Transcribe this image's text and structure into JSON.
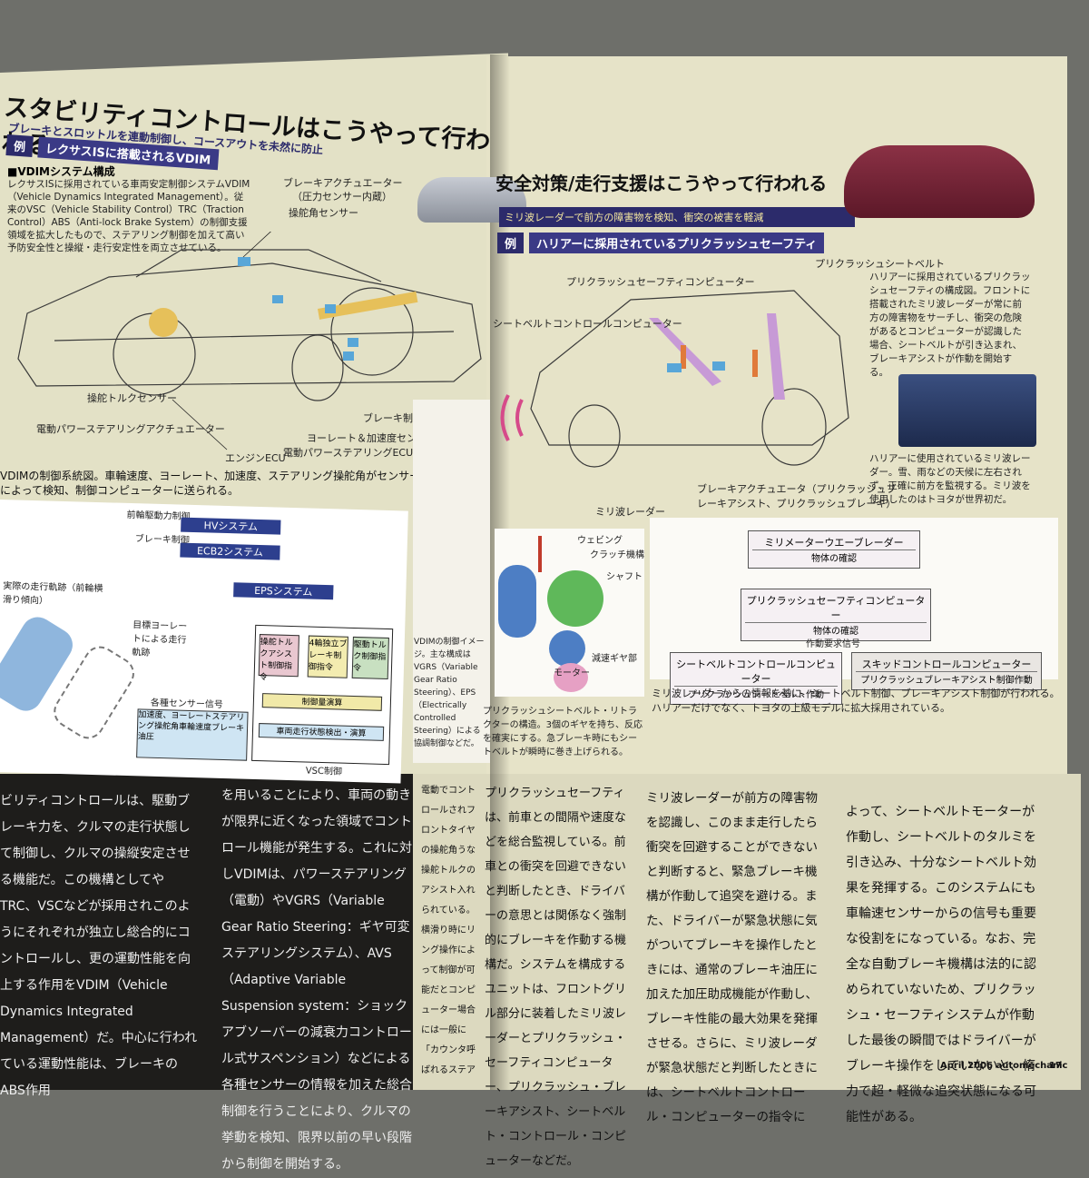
{
  "left": {
    "title": "スタビリティコントロールはこうやって行われる",
    "subtitle": "ブレーキとスロットルを連動制御し、コースアウトを未然に防止",
    "example_tag": "例",
    "example_text": "レクサスISに搭載されるVDIM",
    "section": "■VDIMシステム構成",
    "intro": "レクサスISに採用されている車両安定制御システムVDIM（Vehicle Dynamics Integrated Management）。従来のVSC（Vehicle Stability Control）TRC（Traction Control）ABS（Anti-lock Brake System）の制御支援領域を拡大したもので、ステアリング制御を加えて高い予防安全性と操縦・走行安定性を両立させている。",
    "labels": {
      "brake_actuator": "ブレーキアクチュエーター",
      "brake_actuator_sub": "（圧力センサー内蔵）",
      "steering_angle": "操舵角センサー",
      "torque_sensor": "操舵トルクセンサー",
      "eps_actuator": "電動パワーステアリングアクチュエーター",
      "yaw_sensor": "ヨーレート＆加速度センサー",
      "eps_ecu": "電動パワーステアリングECU",
      "engine_ecu": "エンジンECU",
      "brake_ecu": "ブレーキ制御ECU"
    },
    "diagram_caption": "VDIMの制御系統図。車輪速度、ヨーレート、加速度、ステアリング操舵角がセンサーによって検知、制御コンピューターに送られる。",
    "control": {
      "front_drive": "前輪駆動力制御",
      "hv": "HVシステム",
      "brake_ctrl": "ブレーキ制御",
      "ecb": "ECB2システム",
      "eps": "EPSシステム",
      "actual": "実際の走行軌跡（前輪横滑り傾向）",
      "target": "目標ヨーレートによる走行軌跡",
      "box1": "操舵トルクアシスト制御指令",
      "box2": "4輪独立ブレーキ制御指令",
      "box3": "駆動トルク制御指令",
      "calc": "制御量演算",
      "sensors": "各種センサー信号",
      "sensor_list": "加速度、ヨーレートステアリング操舵角車輪速度ブレーキ油圧",
      "vehicle": "車両走行状態検出・演算",
      "vsc": "VSC制御"
    },
    "columns": [
      "ビリティコントロールは、駆動ブレーキ力を、クルマの走行状態して制御し、クルマの操縦安定させる機能だ。この機構としてやTRC、VSCなどが採用されこのようにそれぞれが独立し総合的にコントロールし、更の運動性能を向上する作用をVDIM（Vehicle Dynamics Integrated Management）だ。中心に行われている運動性能は、ブレーキのABS作用",
      "を用いることにより、車両の動きが限界に近くなった領域でコントロール機能が発生する。これに対しVDIMは、パワーステアリング（電動）やVGRS（Variable Gear Ratio Steering：ギヤ可変ステアリングシステム）、AVS（Adaptive Variable Suspension system：ショックアブソーバーの減衰力コントロール式サスペンション）などによる各種センサーの情報を加えた総合制御を行うことにより、クルマの挙動を検知、限界以前の早い段階から制御を開始する。"
    ]
  },
  "right": {
    "title": "安全対策/走行支援はこうやって行われる",
    "subtitle": "ミリ波レーダーで前方の障害物を検知、衝突の被害を軽減",
    "example_tag": "例",
    "example_text": "ハリアーに採用されているプリクラッシュセーフティ",
    "labels": {
      "pcs_belt": "プリクラッシュシートベルト",
      "pcs_computer": "プリクラッシュセーフティコンピューター",
      "belt_computer": "シートベルトコントロールコンピューター",
      "brake_actuator": "ブレーキアクチュエータ（プリクラッシュブレーキアシスト、プリクラッシュブレーキ）",
      "radar": "ミリ波レーダー"
    },
    "side_text": "ハリアーに採用されているプリクラッシュセーフティの構成図。フロントに搭載されたミリ波レーダーが常に前方の障害物をサーチし、衝突の危険があるとコンピューターが認識した場合、シートベルトが引き込まれ、ブレーキアシストが作動を開始する。",
    "photo_caption": "ハリアーに使用されているミリ波レーダー。雪、雨などの天候に左右されず、正確に前方を監視する。ミリ波を使用したのはトヨタが世界初だ。",
    "retractor": {
      "webbing": "ウェビング",
      "clutch": "クラッチ機構",
      "shaft": "シャフト",
      "gear": "減速ギヤ部",
      "motor": "モーター",
      "caption": "プリクラッシュシートベルト・リトラクターの構造。3個のギヤを持ち、反応を確実にする。急ブレーキ時にもシートベルトが瞬時に巻き上げられる。"
    },
    "middle_strip": "VDIMの制御イメージ。主な構成はVGRS（Variable Gear Ratio Steering）、EPS（Electrically Controlled Steering）による協調制御などだ。",
    "flow": {
      "radar": "ミリメーターウエーブレーダー",
      "detect1": "物体の確認",
      "pcs": "プリクラッシュセーフティコンピューター",
      "detect2": "物体の確認",
      "signal": "作動要求信号",
      "belt": "シートベルトコントロールコンピューター",
      "belt_act": "プリクラッシュシートベルト作動",
      "skid": "スキッドコントロールコンピューター",
      "skid_act": "プリクラッシュブレーキアシスト制御作動"
    },
    "flow_caption": "ミリ波レーダーからの情報を基に、シートベルト制御、ブレーキアシスト制御が行われる。ハリアーだけでなく、トヨタの上級モデルに拡大採用されている。",
    "columns": [
      "電動でコントロールされフロントタイヤの操舵角うな操舵トルクのアシスト入れられている。横滑り時にリング操作によって制御が可能だとコンピューター場合には一般に「カウンタ呼ばれるステアリング操作アリングアシスト制御を発生する。ドライバーの判わらず、安全を最優先とし訪れたといえる。",
      "プリクラッシュセーフティは、前車との間隔や速度などを総合監視している。前車との衝突を回避できないと判断したとき、ドライバーの意思とは関係なく強制的にブレーキを作動する機構だ。システムを構成するユニットは、フロントグリル部分に装着したミリ波レーダーとプリクラッシュ・セーフティコンピューター、プリクラッシュ・ブレーキアシスト、シートベルト・コントロール・コンピューターなどだ。",
      "ミリ波レーダーが前方の障害物を認識し、このまま走行したら衝突を回避することができないと判断すると、緊急ブレーキ機構が作動して追突を避ける。また、ドライバーが緊急状態に気がついてブレーキを操作したときには、通常のブレーキ油圧に加えた加圧助成機能が作動し、ブレーキ性能の最大効果を発揮させる。さらに、ミリ波レーダが緊急状態だと判断したときには、シートベルトコントロール・コンピューターの指令に",
      "よって、シートベルトモーターが作動し、シートベルトのタルミを引き込み、十分なシートベルト効果を発揮する。このシステムにも車輪速センサーからの信号も重要な役割をになっている。なお、完全な自動ブレーキ機構は法的に認められていないため、プリクラッシュ・セーフティシステムが作動した最後の瞬間ではドライバーがブレーキ操作をしていないと、惰力で超・軽微な追突状態になる可能性がある。"
    ],
    "footer": "April 2006 automechanic",
    "page_number": "17"
  },
  "colors": {
    "page": "#e3e1c6",
    "dark_band": "#1e1d1b",
    "accent": "#2c2b6b",
    "radar_wave": "#d64a8a",
    "belt": "#c79ad6"
  }
}
